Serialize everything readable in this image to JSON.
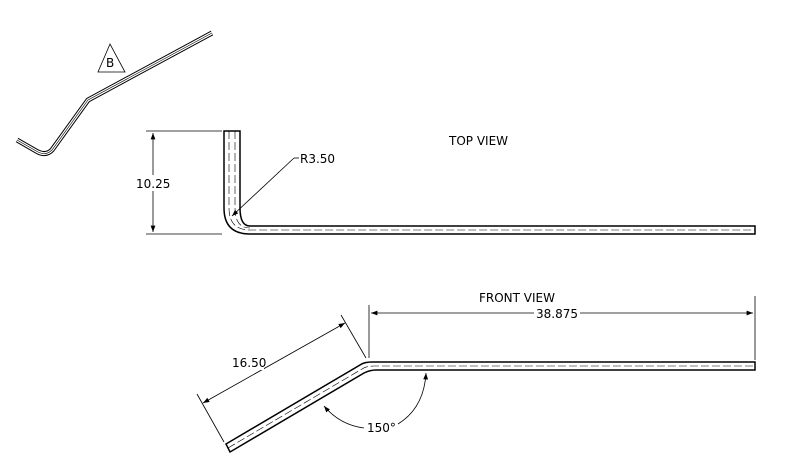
{
  "views": {
    "top_view_label": "TOP VIEW",
    "front_view_label": "FRONT VIEW"
  },
  "iso_view": {
    "datum_label": "B"
  },
  "dimensions": {
    "height": "10.25",
    "radius": "R3.50",
    "length": "38.875",
    "angled_length": "16.50",
    "angle": "150°"
  }
}
